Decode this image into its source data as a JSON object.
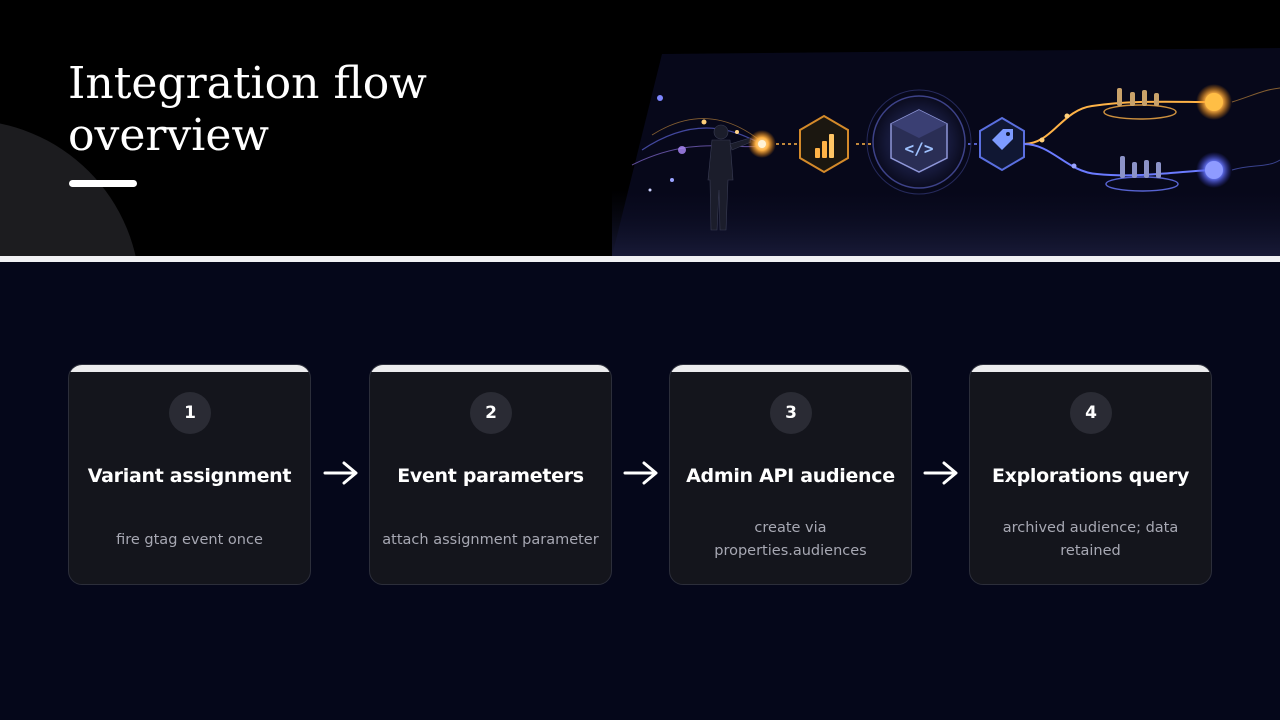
{
  "slide": {
    "title": "Integration flow overview"
  },
  "illustration": {
    "icons": [
      "analytics-bar-chart-icon",
      "code-cube-icon",
      "tag-icon"
    ]
  },
  "colors": {
    "background": "#05071a",
    "header_background": "#000000",
    "card_background": "#14151c",
    "card_border": "#2c2e3a",
    "card_accent": "#ececee",
    "badge_background": "#2a2b34",
    "title_text": "#ffffff",
    "description_text": "#a7a8b3",
    "glow_orange": "#ffb347",
    "glow_blue": "#6b7bff"
  },
  "steps": [
    {
      "number": "1",
      "title": "Variant assignment",
      "description": "fire gtag event once"
    },
    {
      "number": "2",
      "title": "Event parameters",
      "description": "attach assignment parameter"
    },
    {
      "number": "3",
      "title": "Admin API audience",
      "description": "create via properties.audiences"
    },
    {
      "number": "4",
      "title": "Explorations query",
      "description": "archived audience; data retained"
    }
  ],
  "connector_icon": "right-arrow-icon"
}
